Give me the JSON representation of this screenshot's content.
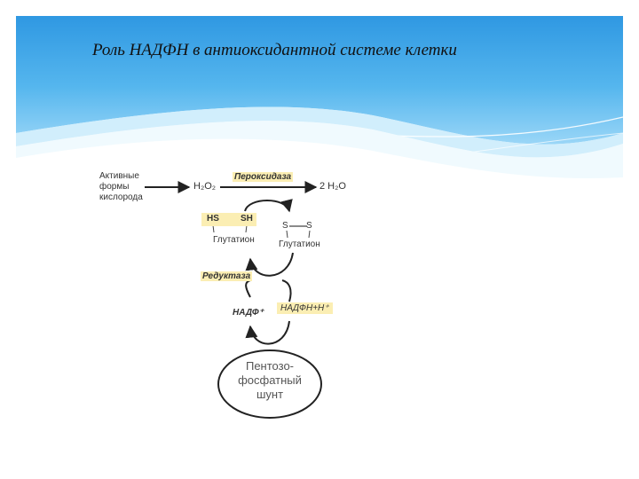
{
  "slide": {
    "title": "Роль НАДФН в антиоксидантной системе клетки"
  },
  "diagram": {
    "source_label": [
      "Активные",
      "формы",
      "кислорода"
    ],
    "h2o2": "H₂O₂",
    "peroxidase": "Пероксидаза",
    "water": "2 H₂O",
    "hs": "HS",
    "sh": "SH",
    "glutathione_reduced": "Глутатион",
    "s_left": "S",
    "s_right": "S",
    "glutathione_oxidized": "Глутатион",
    "reductase": "Редуктаза",
    "nadp": "НАДФ⁺",
    "nadph": "НАДФН+Н⁺",
    "pentose_shunt": [
      "Пентозо-",
      "фосфатный",
      "шунт"
    ]
  },
  "colors": {
    "bg_blue": "#39a3e6",
    "highlight": "#fbeeb3",
    "line": "#222222"
  }
}
